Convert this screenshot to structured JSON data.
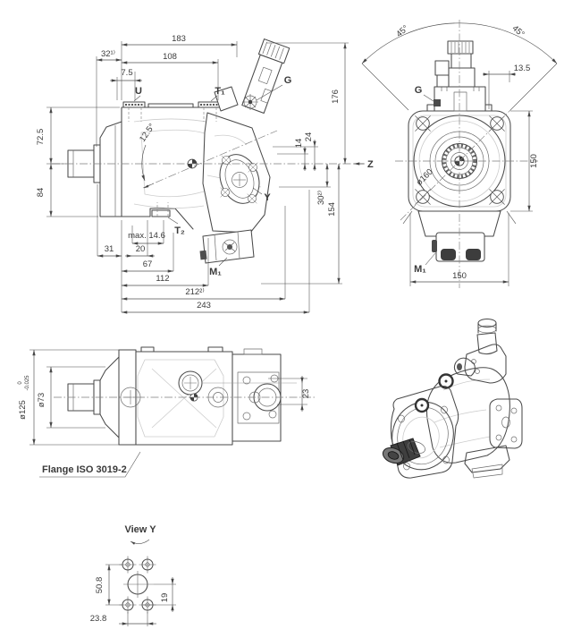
{
  "drawing": {
    "side_view": {
      "port_u": "U",
      "port_t1": "T₁",
      "port_t2": "T₂",
      "port_g": "G",
      "port_y": "Y",
      "port_m1": "M₁",
      "port_z": "Z",
      "dim_183": "183",
      "dim_32": "32¹⁾",
      "dim_108": "108",
      "dim_7_5": "7.5",
      "dim_72_5": "72.5",
      "dim_84": "84",
      "dim_angle": "12.5°",
      "dim_max": "max. 14.6",
      "dim_31": "31",
      "dim_20": "20",
      "dim_67": "67",
      "dim_112": "112",
      "dim_212": "212²⁾",
      "dim_243": "243",
      "dim_14": "14",
      "dim_24": "24",
      "dim_30": "30²⁾",
      "dim_154": "154",
      "dim_176": "176"
    },
    "front_view": {
      "port_g": "G",
      "port_m1": "M₁",
      "dim_angle_left": "45°",
      "dim_angle_right": "45°",
      "dim_13_5": "13.5",
      "dim_bolt_circle": "ø160",
      "dim_height": "150",
      "dim_width": "150"
    },
    "flange_view": {
      "dim_pilot": "ø125",
      "tol_upper": "0",
      "tol_lower": "-0.025",
      "dim_shaft": "ø73",
      "dim_23": "23",
      "label": "Flange ISO 3019-2"
    },
    "view_y": {
      "title": "View Y",
      "dim_50_8": "50.8",
      "dim_23_8": "23.8",
      "dim_19": "19"
    }
  }
}
